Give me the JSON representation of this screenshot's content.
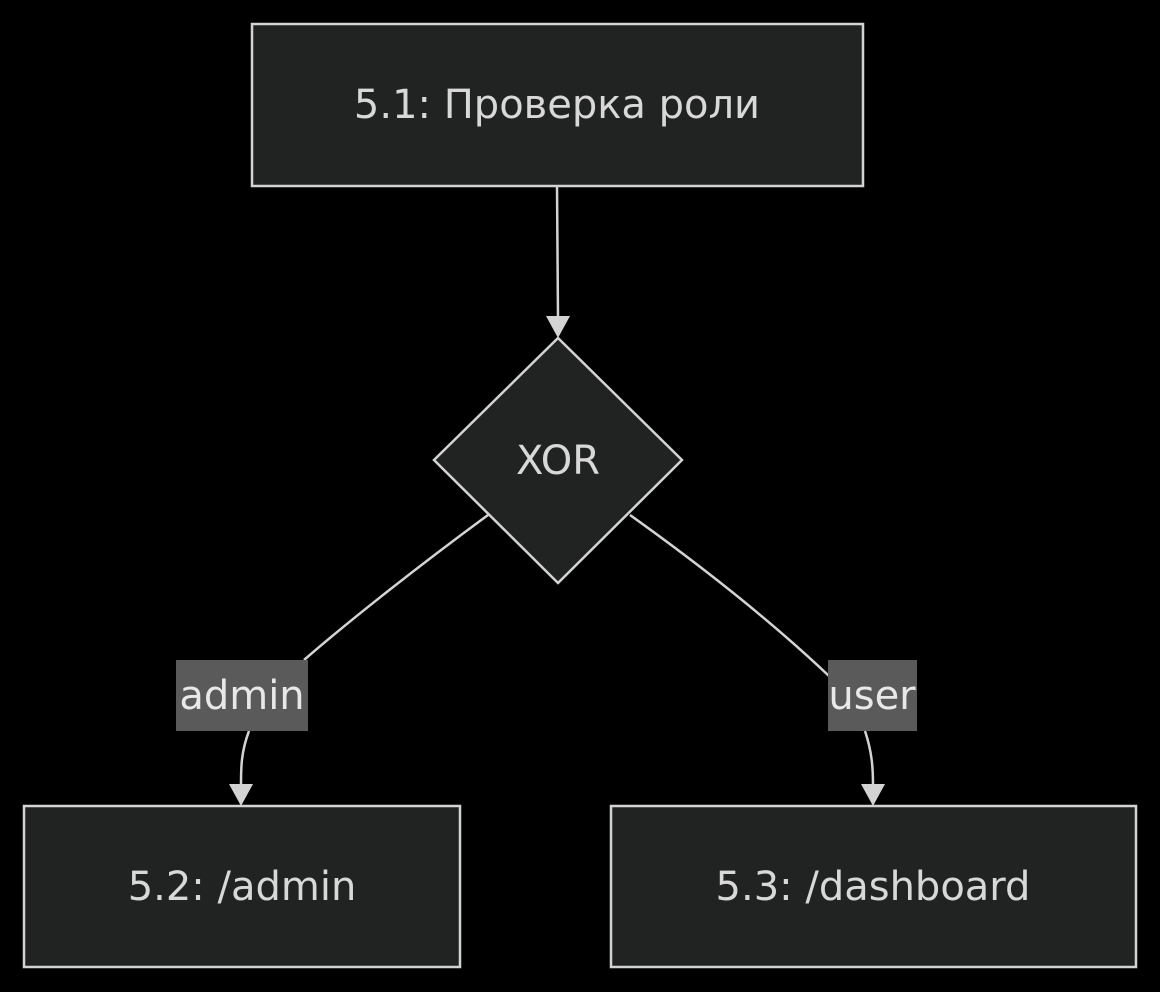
{
  "colors": {
    "background": "#000000",
    "node_fill": "#212322",
    "node_stroke": "#d3d3d3",
    "text": "#d8d8d8",
    "edge_label_bg": "#5a5a5a"
  },
  "nodes": {
    "check_role": {
      "label": "5.1: Проверка роли"
    },
    "xor_gateway": {
      "label": "XOR"
    },
    "admin_page": {
      "label": "5.2: /admin"
    },
    "dashboard_page": {
      "label": "5.3: /dashboard"
    }
  },
  "edges": {
    "check_to_xor": {
      "label": ""
    },
    "xor_to_admin": {
      "label": "admin"
    },
    "xor_to_dashboard": {
      "label": "user"
    }
  }
}
